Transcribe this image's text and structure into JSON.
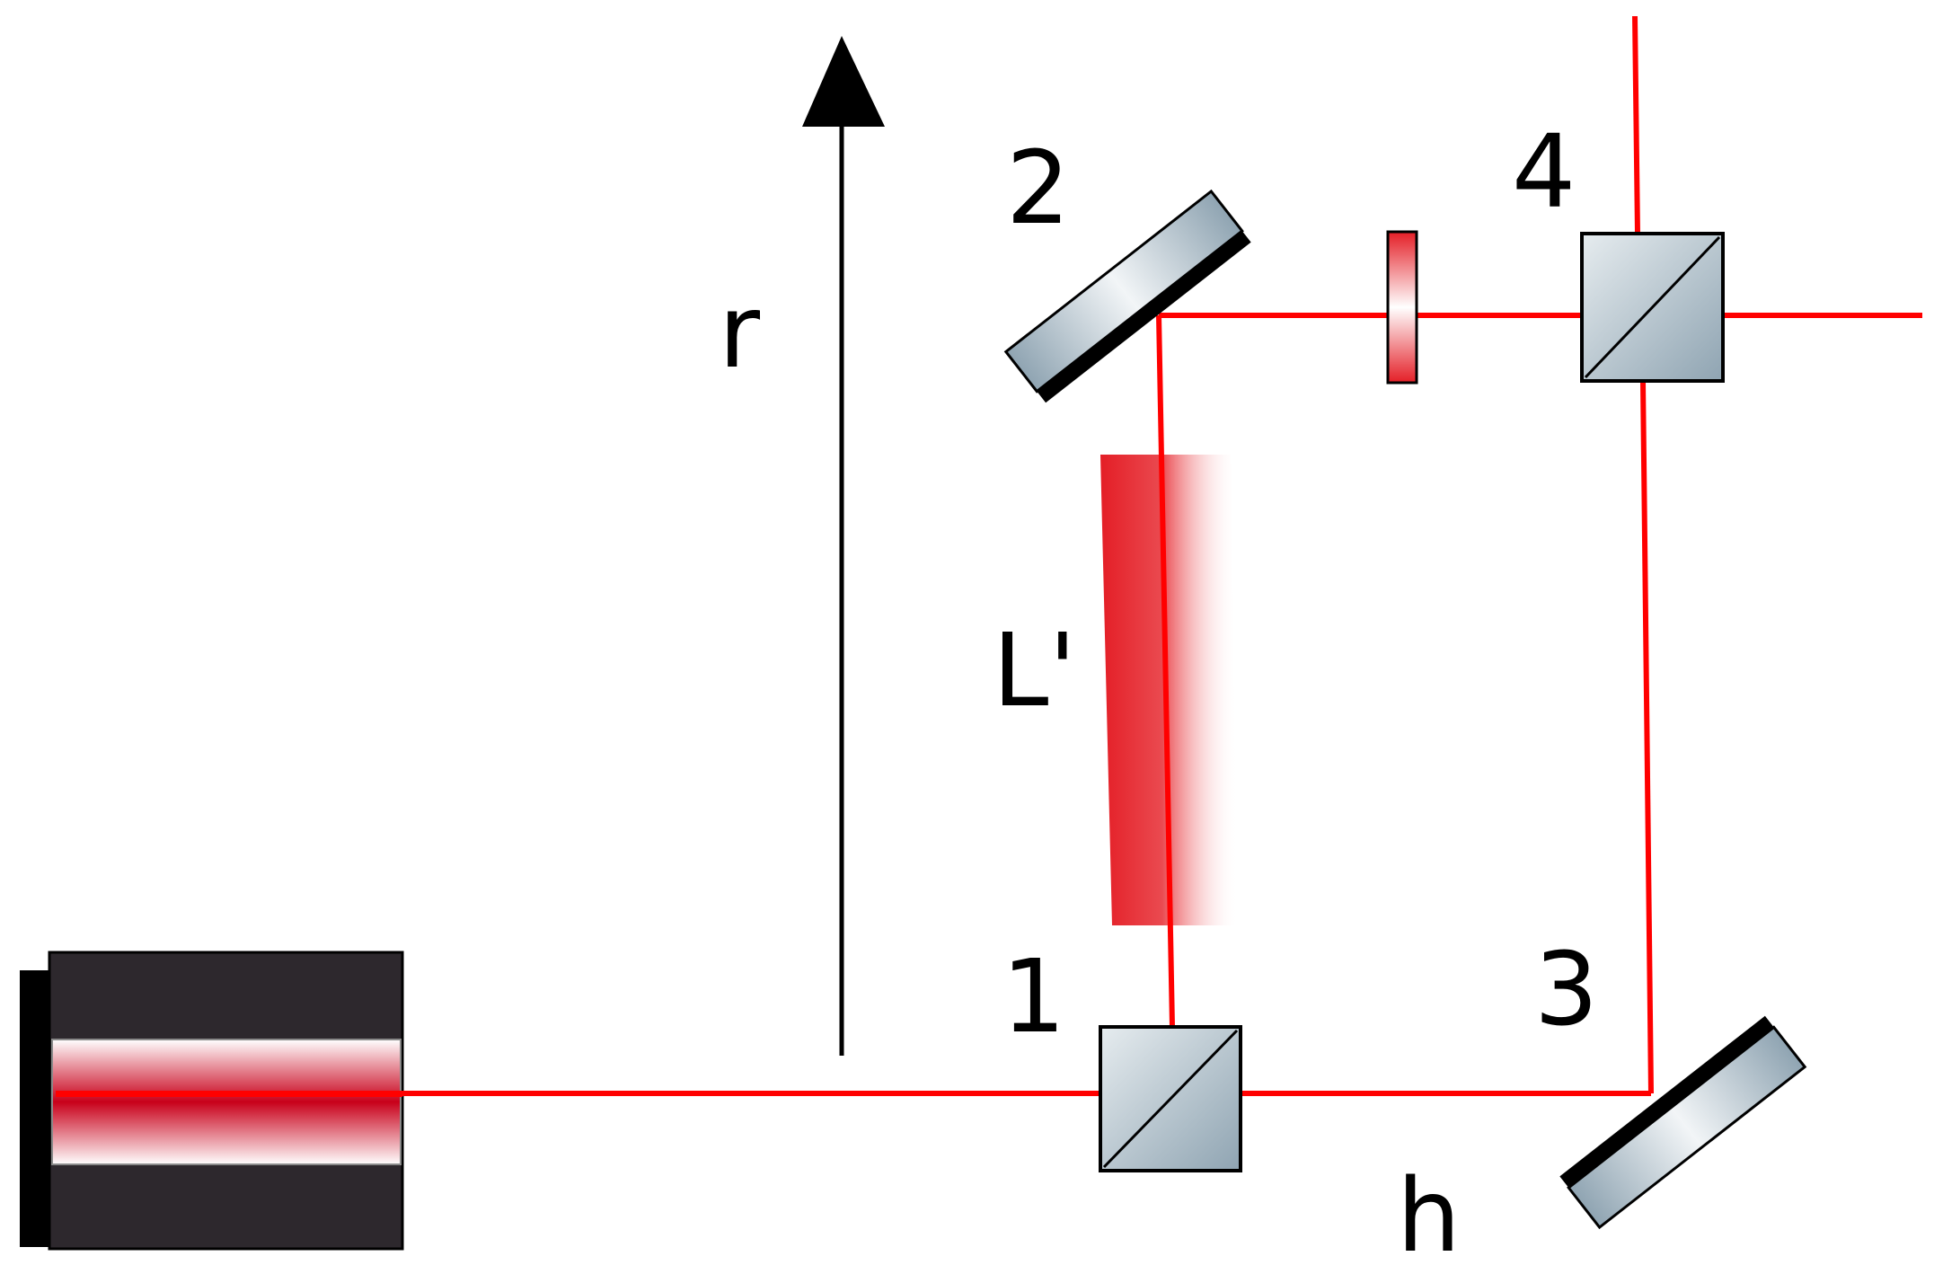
{
  "diagram": {
    "labels": {
      "r": "r",
      "L_prime": "L'",
      "h": "h",
      "one": "1",
      "two": "2",
      "three": "3",
      "four": "4"
    },
    "colors": {
      "beam": "#ff0000",
      "laser_body": "#2d282d",
      "optic_fill": "#c6d1d8",
      "optic_fill_dark": "#8aa0ad",
      "mirror_coating": "#000000",
      "arrow": "#000000"
    },
    "components": [
      "laser-source",
      "beam-splitter-1",
      "mirror-2",
      "mirror-3",
      "beam-splitter-4",
      "wave-plate",
      "sample-region"
    ]
  }
}
